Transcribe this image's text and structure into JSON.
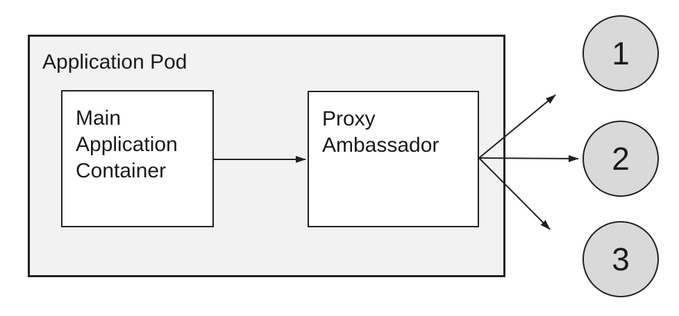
{
  "diagram": {
    "type": "architecture-diagram",
    "pod": {
      "label": "Application Pod"
    },
    "nodes": [
      {
        "id": "main-application-container",
        "label": "Main Application Container"
      },
      {
        "id": "proxy-ambassador",
        "label": "Proxy Ambassador"
      }
    ],
    "endpoints": [
      {
        "label": "1"
      },
      {
        "label": "2"
      },
      {
        "label": "3"
      }
    ],
    "edges": [
      {
        "from": "Main Application Container",
        "to": "Proxy Ambassador"
      },
      {
        "from": "Proxy Ambassador",
        "to": "1"
      },
      {
        "from": "Proxy Ambassador",
        "to": "2"
      },
      {
        "from": "Proxy Ambassador",
        "to": "3"
      }
    ],
    "colors": {
      "canvas_background": "#ffffff",
      "pod_fill": "#f2f2f2",
      "node_fill": "#ffffff",
      "endpoint_fill": "#d9d9d9",
      "stroke": "#1f1f1f"
    }
  }
}
